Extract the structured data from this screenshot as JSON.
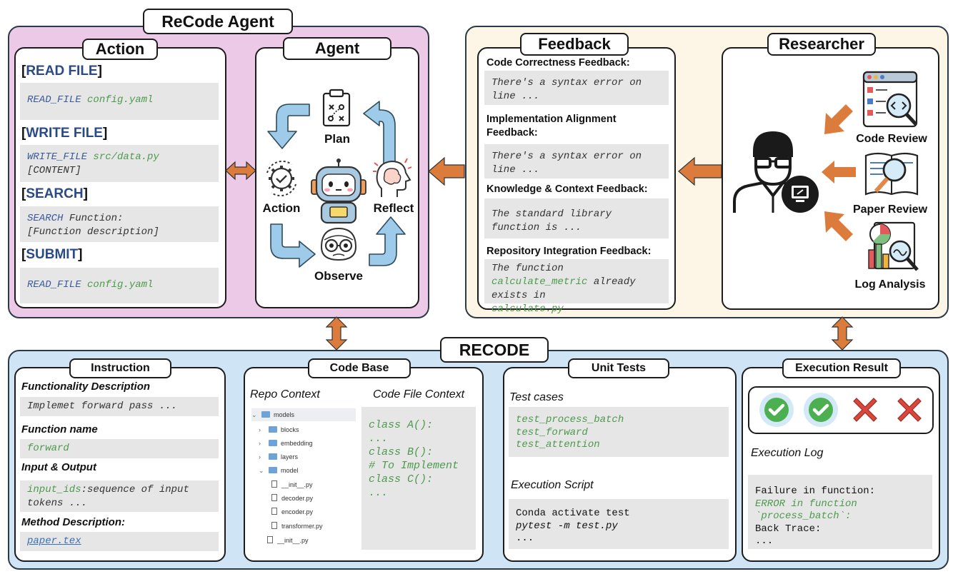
{
  "recode_agent": {
    "title": "ReCode Agent",
    "action": {
      "title": "Action",
      "items": [
        {
          "label": "READ FILE",
          "code_cmd": "READ_FILE",
          "code_arg": "config.yaml"
        },
        {
          "label": "WRITE FILE",
          "code_cmd": "WRITE_FILE",
          "code_arg": "src/data.py",
          "code_line2": "[CONTENT]"
        },
        {
          "label": "SEARCH",
          "code_cmd": "SEARCH",
          "code_arg": "Function:",
          "code_line2": "[Function description]"
        },
        {
          "label": "SUBMIT",
          "code_cmd": "READ_FILE",
          "code_arg": "config.yaml"
        }
      ]
    },
    "agent": {
      "title": "Agent",
      "plan": "Plan",
      "action": "Action",
      "reflect": "Reflect",
      "observe": "Observe"
    }
  },
  "feedback": {
    "title": "Feedback",
    "sections": [
      {
        "heading": "Code Correctness Feedback:",
        "text": "There's a syntax error on line ..."
      },
      {
        "heading": "Implementation Alignment Feedback:",
        "text": "There's a syntax error on line ..."
      },
      {
        "heading": "Knowledge & Context Feedback:",
        "text": "The standard library function is ..."
      },
      {
        "heading": "Repository Integration Feedback:",
        "pre": "The function",
        "fn": "calculate_metric",
        "mid": "already exists in",
        "file": "calculate.py"
      }
    ]
  },
  "researcher": {
    "title": "Researcher",
    "items": [
      "Code Review",
      "Paper Review",
      "Log Analysis"
    ]
  },
  "recode": {
    "title": "RECODE",
    "instruction": {
      "title": "Instruction",
      "fields": [
        {
          "label": "Functionality Description",
          "value": "Implemet forward pass ..."
        },
        {
          "label": "Function name",
          "value": "forward"
        },
        {
          "label": "Input & Output",
          "value_green": "input_ids",
          "value_rest": ":sequence of input tokens ..."
        },
        {
          "label": "Method Description:",
          "value": "paper.tex"
        }
      ]
    },
    "code_base": {
      "title": "Code Base",
      "repo_context": "Repo Context",
      "file_context": "Code File Context",
      "tree": [
        "models",
        "blocks",
        "embedding",
        "layers",
        "model",
        "__init__.py",
        "decoder.py",
        "encoder.py",
        "transformer.py",
        "__init__.py"
      ],
      "code_lines": [
        "class A():",
        "...",
        "class B():",
        "# To Implement",
        "class C():",
        "..."
      ]
    },
    "unit_tests": {
      "title": "Unit Tests",
      "test_cases_label": "Test cases",
      "test_cases": [
        "test_process_batch",
        "test_forward",
        "test_attention"
      ],
      "script_label": "Execution Script",
      "script_lines": [
        "Conda activate test",
        "pytest -m test.py",
        "..."
      ]
    },
    "execution_result": {
      "title": "Execution Result",
      "results": [
        "pass",
        "pass",
        "fail",
        "fail"
      ],
      "log_label": "Execution Log",
      "log_line1": "Failure in function:",
      "log_line2": "ERROR in function",
      "log_line3": "`process_batch`:",
      "log_line4": "Back Trace:",
      "log_line5": "..."
    }
  },
  "colors": {
    "agent_bg": "#ecc9e6",
    "feedback_bg": "#fdf5e6",
    "recode_bg": "#cfe4f4",
    "arrow_orange": "#dc7c3c",
    "arrow_blue": "#9ecbea",
    "section_blue": "#2a4a86",
    "code_green": "#4d9a4d"
  }
}
